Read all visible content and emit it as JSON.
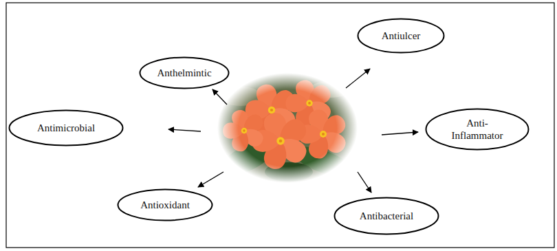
{
  "diagram": {
    "nodes": [
      {
        "text": [
          "Anthelmintic"
        ]
      },
      {
        "text": [
          "Antiulcer"
        ]
      },
      {
        "text": [
          "Antimicrobial"
        ]
      },
      {
        "text": [
          "Anti- Inflammator"
        ]
      },
      {
        "text": [
          "Antioxidant"
        ]
      },
      {
        "text": [
          "Antibacterial"
        ]
      }
    ]
  }
}
